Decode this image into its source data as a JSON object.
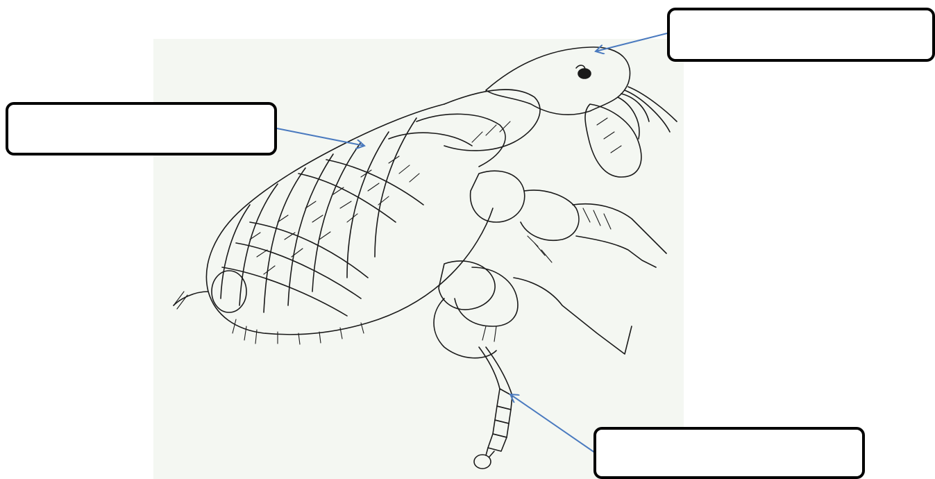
{
  "diagram": {
    "subject_icon": "flea-line-drawing",
    "labels": [
      {
        "id": "head",
        "text": ""
      },
      {
        "id": "body",
        "text": ""
      },
      {
        "id": "leg",
        "text": ""
      }
    ],
    "colors": {
      "panel_background": "#f4f7f2",
      "arrow": "#4a7abf",
      "box_border": "#000000",
      "drawing_line": "#1a1a1a"
    }
  }
}
